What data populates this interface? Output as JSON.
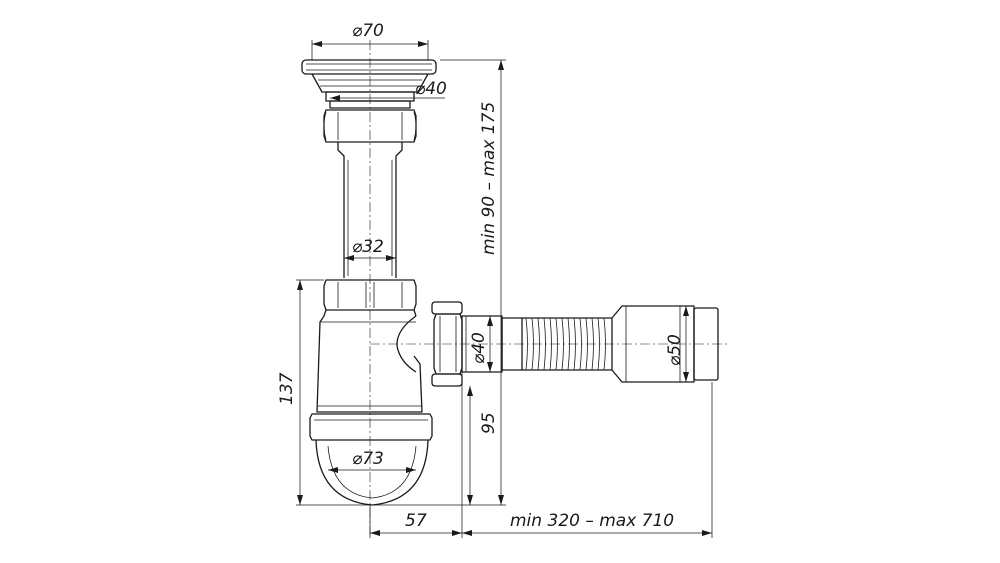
{
  "dimensions": {
    "top_flange_dia": "⌀70",
    "grid_outlet_dia": "⌀40",
    "pipe_dia": "⌀32",
    "outlet_dia": "⌀40",
    "corrugated_end_dia": "⌀50",
    "bowl_dia": "⌀73",
    "height_adjust": "min 90 – max 175",
    "body_height": "137",
    "outlet_height": "95",
    "outlet_offset": "57",
    "hose_length": "min 320 – max 710"
  }
}
